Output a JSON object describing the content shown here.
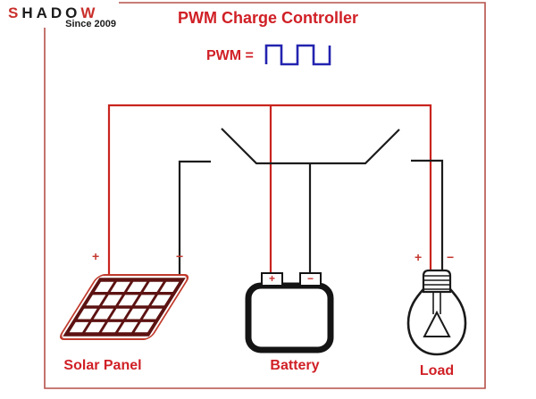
{
  "logo": {
    "name_start": "S",
    "name_mid": "HADO",
    "name_end": "W",
    "tagline": "Since 2009"
  },
  "header": {
    "title": "PWM Charge Controller"
  },
  "pwm": {
    "label": "PWM ="
  },
  "components": {
    "solar_panel": {
      "label": "Solar Panel",
      "positive": "+",
      "negative": "−"
    },
    "battery": {
      "label": "Battery",
      "positive": "+",
      "negative": "−"
    },
    "load": {
      "label": "Load",
      "positive": "+",
      "negative": "−"
    }
  },
  "colors": {
    "brand_red": "#d02026",
    "wire_red": "#c9241f",
    "wire_black": "#1c1c1c",
    "wave_blue": "#2323b0",
    "border_red": "#b5504a",
    "panel_grid_maroon": "#5d1212",
    "panel_outline_red": "#c0392b"
  }
}
